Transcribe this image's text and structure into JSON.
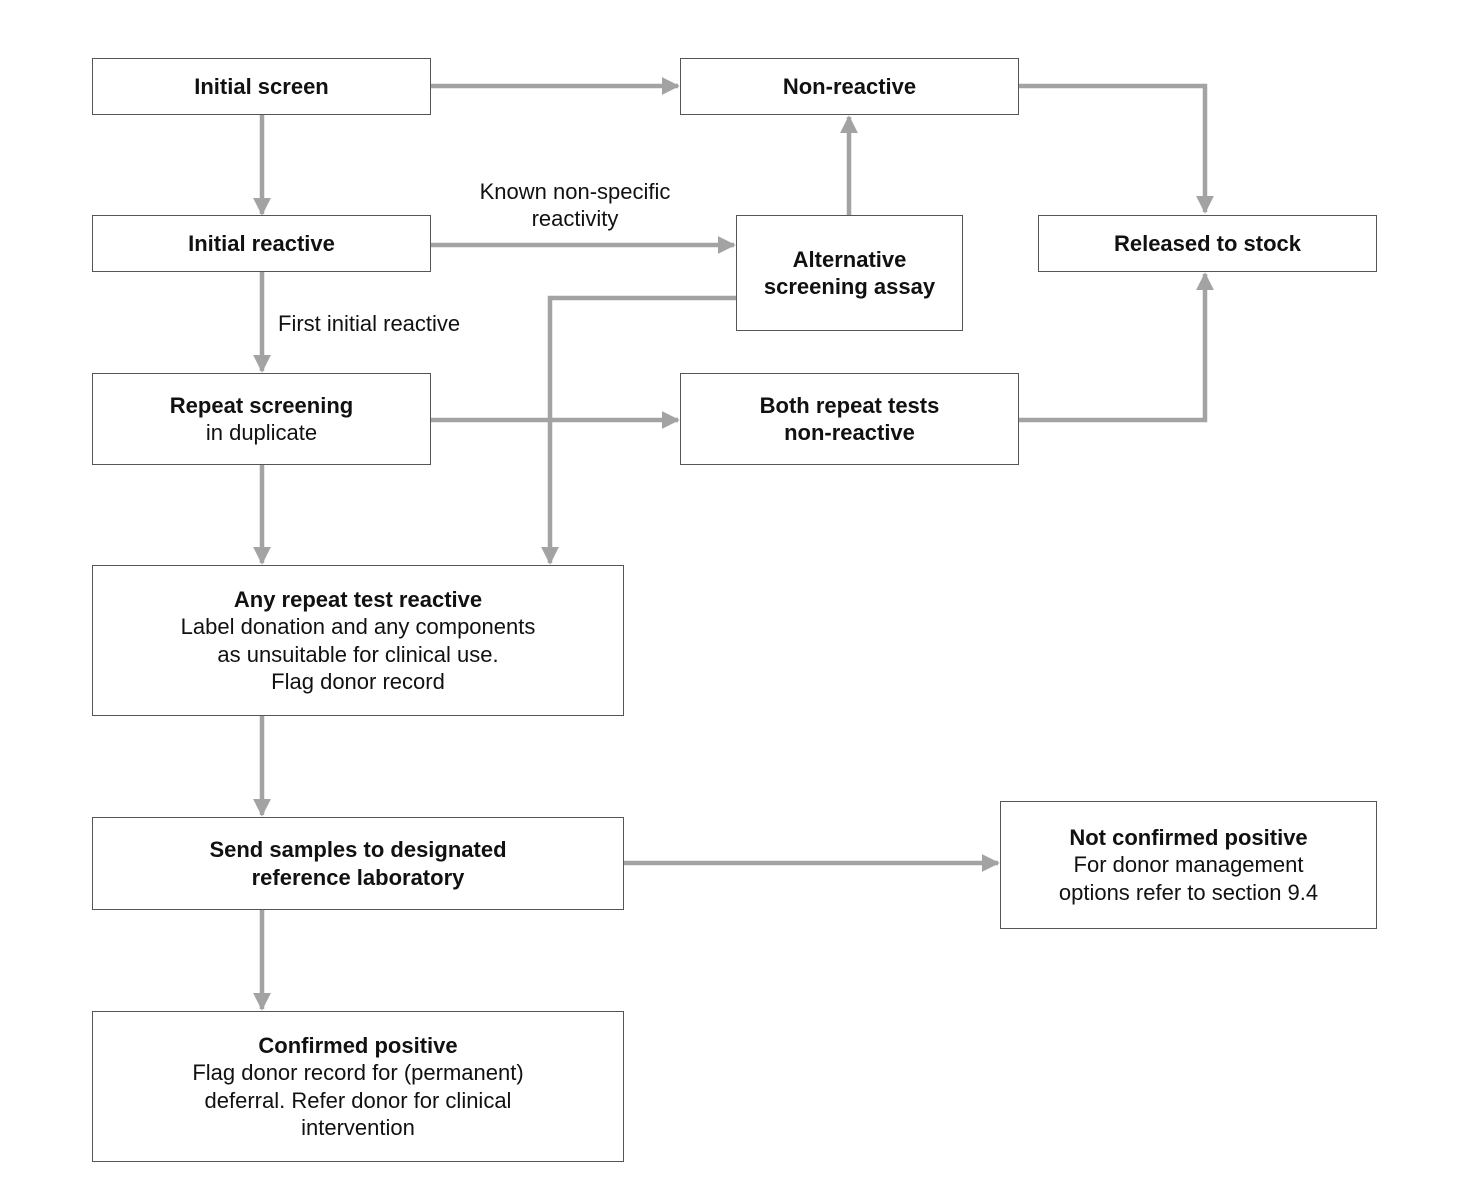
{
  "nodes": {
    "initial_screen": {
      "lines": [
        "Initial screen"
      ]
    },
    "non_reactive": {
      "lines": [
        "Non-reactive"
      ]
    },
    "initial_reactive": {
      "lines": [
        "Initial reactive"
      ]
    },
    "alternative_assay": {
      "lines": [
        "Alternative",
        "screening assay"
      ]
    },
    "released_to_stock": {
      "lines": [
        "Released to stock"
      ]
    },
    "repeat_screening": {
      "lines": [
        "Repeat screening",
        "in duplicate"
      ]
    },
    "both_repeat_non_reactive": {
      "lines": [
        "Both repeat tests",
        "non-reactive"
      ]
    },
    "any_repeat_reactive": {
      "lines": [
        "Any repeat test reactive",
        "Label donation and any components",
        "as unsuitable for clinical use.",
        "Flag donor record"
      ]
    },
    "send_samples": {
      "lines": [
        "Send samples to designated",
        "reference laboratory"
      ]
    },
    "not_confirmed_positive": {
      "lines": [
        "Not confirmed positive",
        "For donor management",
        "options refer to section 9.4"
      ]
    },
    "confirmed_positive": {
      "lines": [
        "Confirmed positive",
        "Flag donor record for (permanent)",
        "deferral. Refer donor for clinical",
        "intervention"
      ]
    }
  },
  "edge_labels": {
    "known_non_specific": [
      "Known non-specific",
      "reactivity"
    ],
    "first_initial_reactive": "First initial reactive"
  },
  "colors": {
    "arrow": "#a3a3a3",
    "box_border": "#555555",
    "text": "#111111"
  }
}
